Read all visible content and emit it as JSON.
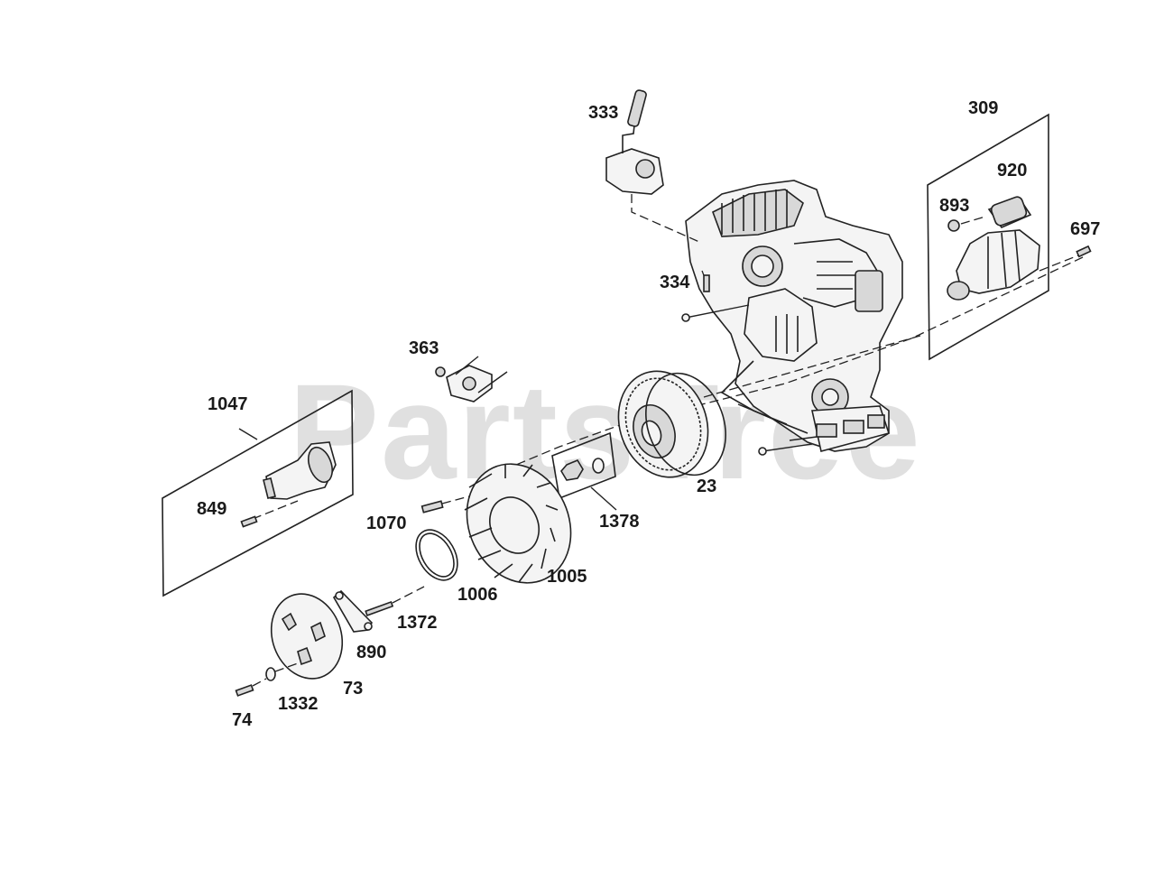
{
  "watermark": "PartsTree",
  "labels": {
    "p333": "333",
    "p309": "309",
    "p920": "920",
    "p893": "893",
    "p697": "697",
    "p334": "334",
    "p363": "363",
    "p1047": "1047",
    "p849": "849",
    "p23": "23",
    "p1378": "1378",
    "p1070": "1070",
    "p1005": "1005",
    "p1006": "1006",
    "p1372": "1372",
    "p890": "890",
    "p73": "73",
    "p1332": "1332",
    "p74": "74"
  },
  "colors": {
    "ink": "#222222",
    "watermark": "#c8c8c8",
    "background": "#ffffff"
  }
}
